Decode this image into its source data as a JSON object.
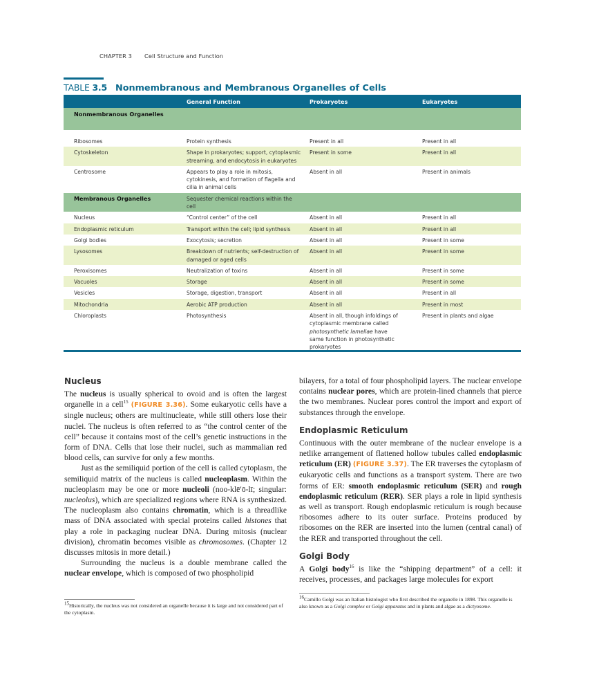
{
  "running_head": {
    "chapter": "CHAPTER 3",
    "title": "Cell Structure and Function"
  },
  "table": {
    "label_prefix": "TABLE ",
    "label_number": "3.5",
    "caption": "Nonmembranous and Membranous Organelles of Cells",
    "colors": {
      "header_bg": "#0b6a8e",
      "section_bg": "#98c49a",
      "alt_row_bg": "#ebf2cc"
    },
    "columns": [
      "",
      "General Function",
      "Prokaryotes",
      "Eukaryotes"
    ],
    "sections": [
      {
        "title": "Nonmembranous Organelles",
        "function": "",
        "rows": [
          {
            "organelle": "Ribosomes",
            "function": "Protein synthesis",
            "prokaryotes": "Present in all",
            "eukaryotes": "Present in all"
          },
          {
            "organelle": "Cytoskeleton",
            "function": "Shape in prokaryotes; support, cytoplasmic streaming, and endocytosis in eukaryotes",
            "prokaryotes": "Present in some",
            "eukaryotes": "Present in all"
          },
          {
            "organelle": "Centrosome",
            "function": "Appears to play a role in mitosis, cytokinesis, and formation of flagella and cilia in animal cells",
            "prokaryotes": "Absent in all",
            "eukaryotes": "Present in animals"
          }
        ]
      },
      {
        "title": "Membranous Organelles",
        "function": "Sequester chemical reactions within the cell",
        "rows": [
          {
            "organelle": "Nucleus",
            "function": "“Control center” of the cell",
            "prokaryotes": "Absent in all",
            "eukaryotes": "Present in all"
          },
          {
            "organelle": "Endoplasmic reticulum",
            "function": "Transport within the cell; lipid synthesis",
            "prokaryotes": "Absent in all",
            "eukaryotes": "Present in all"
          },
          {
            "organelle": "Golgi bodies",
            "function": "Exocytosis; secretion",
            "prokaryotes": "Absent in all",
            "eukaryotes": "Present in some"
          },
          {
            "organelle": "Lysosomes",
            "function": "Breakdown of nutrients; self-destruction of damaged or aged cells",
            "prokaryotes": "Absent in all",
            "eukaryotes": "Present in some"
          },
          {
            "organelle": "Peroxisomes",
            "function": "Neutralization of toxins",
            "prokaryotes": "Absent in all",
            "eukaryotes": "Present in some"
          },
          {
            "organelle": "Vacuoles",
            "function": "Storage",
            "prokaryotes": "Absent in all",
            "eukaryotes": "Present in some"
          },
          {
            "organelle": "Vesicles",
            "function": "Storage, digestion, transport",
            "prokaryotes": "Absent in all",
            "eukaryotes": "Present in all"
          },
          {
            "organelle": "Mitochondria",
            "function": "Aerobic ATP production",
            "prokaryotes": "Absent in all",
            "eukaryotes": "Present in most"
          },
          {
            "organelle": "Chloroplasts",
            "function": "Photosynthesis",
            "prokaryotes_a": "Absent in all, though infoldings of cytoplasmic membrane called ",
            "prokaryotes_i": "photosynthetic lamellae",
            "prokaryotes_b": " have same function in photosynthetic prokaryotes",
            "eukaryotes": "Present in plants and algae"
          }
        ]
      }
    ]
  },
  "body": {
    "nucleus": {
      "heading": "Nucleus",
      "p1": {
        "a": "The ",
        "b1": "nucleus",
        "c": " is usually spherical to ovoid and is often the largest organelle in a cell",
        "sup": "15",
        "fig": "(FIGURE 3.36)",
        "d": ". Some eukaryotic cells have a single nucleus; others are multinucleate, while still others lose their nuclei. The nucleus is often referred to as “the control center of the cell” because it contains most of the cell’s genetic instructions in the form of DNA. Cells that lose their nuclei, such as mammalian red blood cells, can survive for only a few months."
      },
      "p2": {
        "a": "Just as the semiliquid portion of the cell is called cytoplasm, the semiliquid matrix of the nucleus is called ",
        "b1": "nucleoplasm",
        "c": ". Within the nucleoplasm may be one or more ",
        "b2": "nucleoli",
        "d": " (noo-klē′ō-lī; singular: ",
        "i1": "nucleolus",
        "e": "), which are specialized regions where RNA is synthesized. The nucleoplasm also contains ",
        "b3": "chromatin",
        "f": ", which is a threadlike mass of DNA associated with special proteins called ",
        "i2": "histones",
        "g": " that play a role in packaging nuclear DNA. During mitosis (nuclear division), chromatin becomes visible as ",
        "i3": "chromosomes",
        "h": ". (Chapter 12 discusses mitosis in more detail.)"
      },
      "p3": {
        "a": "Surrounding the nucleus is a double membrane called the ",
        "b1": "nuclear envelope",
        "c": ", which is composed of two phospholipid bilayers, for a total of four phospholipid layers. The nuclear envelope contains ",
        "b2": "nuclear pores",
        "d": ", which are protein-lined channels that pierce the two membranes. Nuclear pores control the import and export of substances through the envelope."
      }
    },
    "er": {
      "heading": "Endoplasmic Reticulum",
      "p1": {
        "a": "Continuous with the outer membrane of the nuclear envelope is a netlike arrangement of flattened hollow tubules called ",
        "b1": "endoplasmic reticulum (ER)",
        "fig": "(FIGURE 3.37)",
        "c": ". The ER traverses the cytoplasm of eukaryotic cells and functions as a transport system. There are two forms of ER: ",
        "b2": "smooth endoplasmic reticulum (SER)",
        "d": " and ",
        "b3": "rough endoplasmic reticulum (RER)",
        "e": ". SER plays a role in lipid synthesis as well as transport. Rough endoplasmic reticulum is rough because ribosomes adhere to its outer surface. Proteins produced by ribosomes on the RER are inserted into the lumen (central canal) of the RER and transported throughout the cell."
      }
    },
    "golgi": {
      "heading": "Golgi Body",
      "p1": {
        "a": "A ",
        "b1": "Golgi body",
        "sup": "16",
        "c": " is like the “shipping department” of a cell: it receives, processes, and packages large molecules for export"
      }
    }
  },
  "footnotes": {
    "fn15": {
      "sup": "15",
      "text": "Historically, the nucleus was not considered an organelle because it is large and not considered part of the cytoplasm."
    },
    "fn16": {
      "sup": "16",
      "a": "Camillo Golgi was an Italian histologist who first described the organelle in 1898. This organelle is also known as a ",
      "i1": "Golgi complex",
      "b": " or ",
      "i2": "Golgi apparatus",
      "c": " and in plants and algae as a ",
      "i3": "dictyosome",
      "d": "."
    }
  },
  "colors": {
    "accent_blue": "#0b6a8e",
    "figure_ref_orange": "#f08a23"
  }
}
